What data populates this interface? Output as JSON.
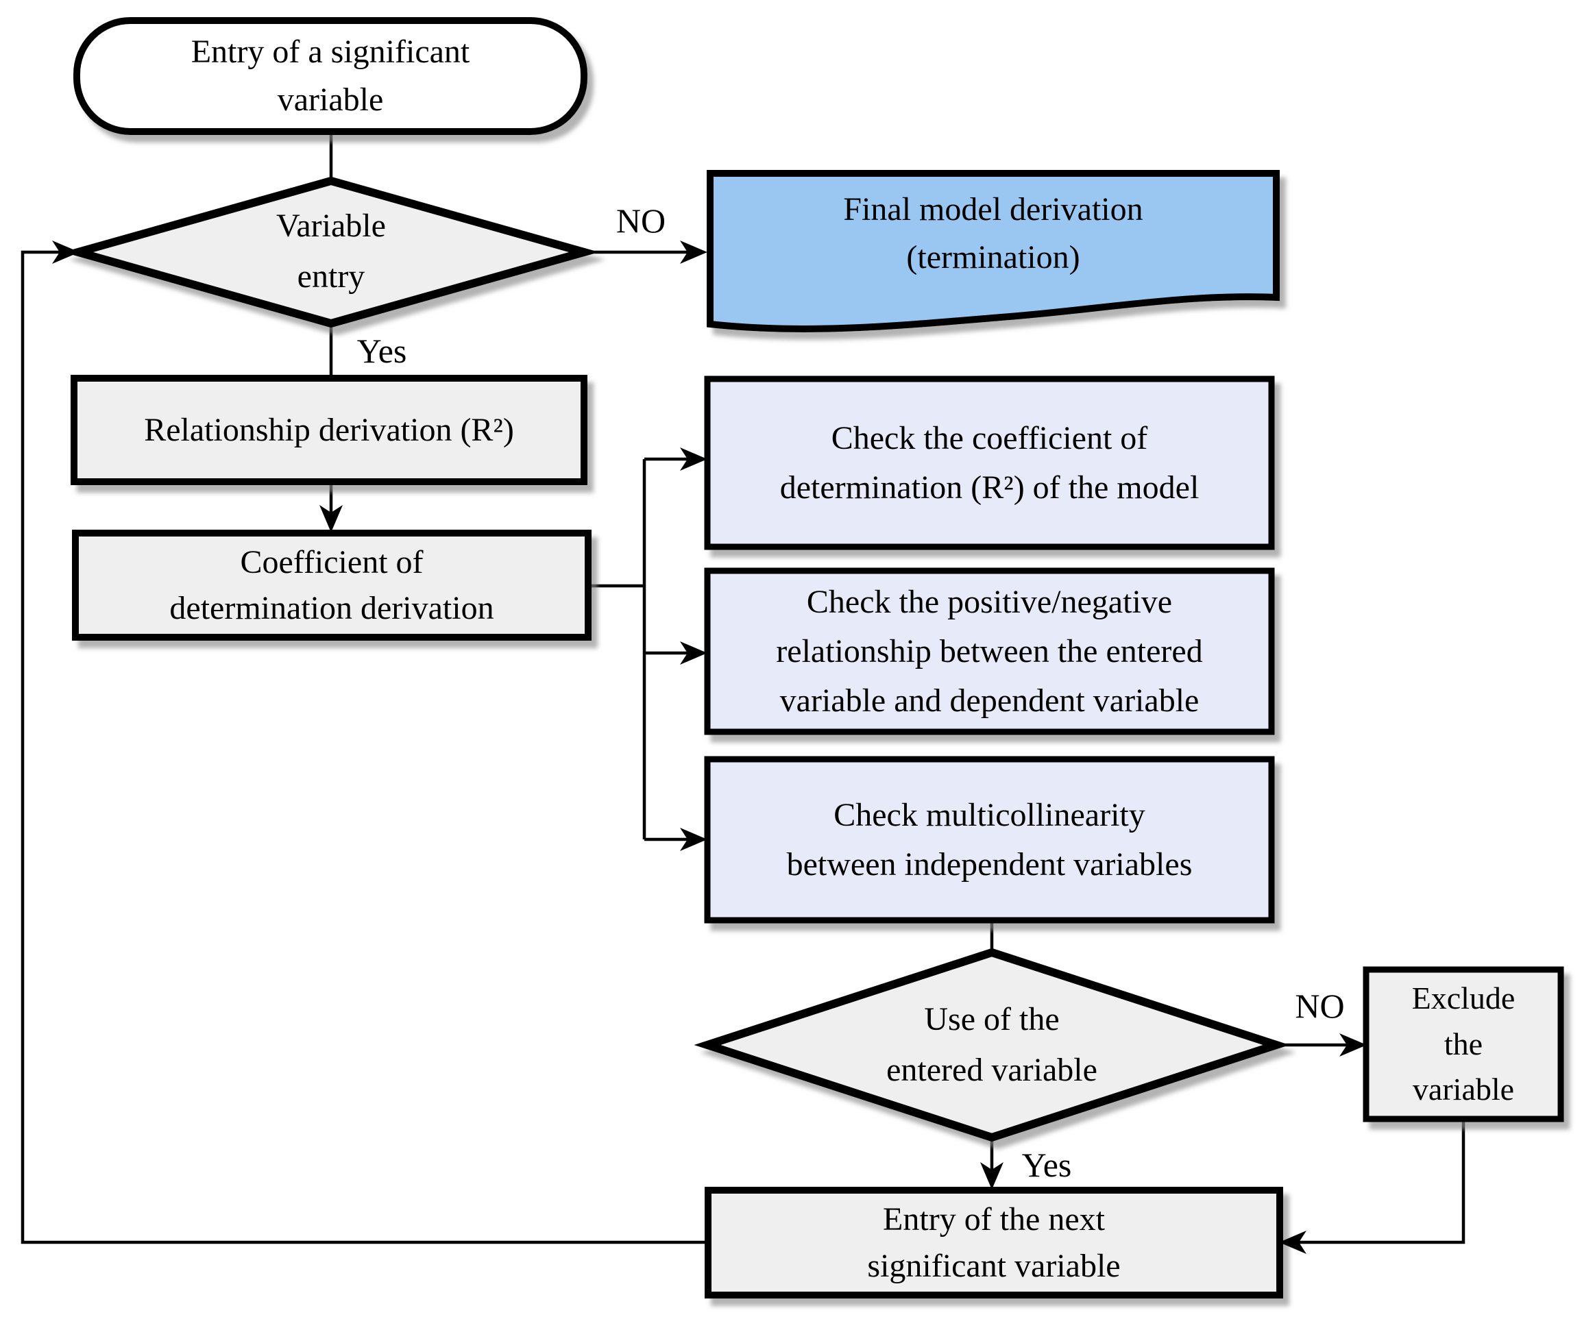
{
  "flowchart": {
    "nodes": {
      "start": {
        "shape": "terminator",
        "lines": [
          "Entry of a significant",
          "variable"
        ]
      },
      "variable_entry": {
        "shape": "decision",
        "lines": [
          "Variable",
          "entry"
        ]
      },
      "final_model": {
        "shape": "document",
        "lines": [
          "Final model derivation",
          "(termination)"
        ]
      },
      "relationship": {
        "shape": "process",
        "lines": [
          "Relationship derivation (R²)"
        ]
      },
      "coefficient": {
        "shape": "process",
        "lines": [
          "Coefficient of",
          "determination derivation"
        ]
      },
      "check_r2": {
        "shape": "process",
        "lines": [
          "Check the coefficient of",
          "determination (R²) of the model"
        ]
      },
      "check_sign": {
        "shape": "process",
        "lines": [
          "Check the positive/negative",
          "relationship between the entered",
          "variable and dependent variable"
        ]
      },
      "check_multicollinearity": {
        "shape": "process",
        "lines": [
          "Check multicollinearity",
          "between independent variables"
        ]
      },
      "use_variable": {
        "shape": "decision",
        "lines": [
          "Use of the",
          "entered variable"
        ]
      },
      "exclude": {
        "shape": "process",
        "lines": [
          "Exclude",
          "the",
          "variable"
        ]
      },
      "next_entry": {
        "shape": "process",
        "lines": [
          "Entry of the next",
          "significant variable"
        ]
      }
    },
    "edge_labels": {
      "no_variable_entry": "NO",
      "yes_variable_entry": "Yes",
      "no_use_variable": "NO",
      "yes_use_variable": "Yes"
    },
    "colors": {
      "process_gray": "#efefef",
      "document_blue": "#9ac7f1",
      "check_lavender": "#e7ebf9",
      "terminator_white": "#ffffff",
      "border": "#000000"
    }
  }
}
